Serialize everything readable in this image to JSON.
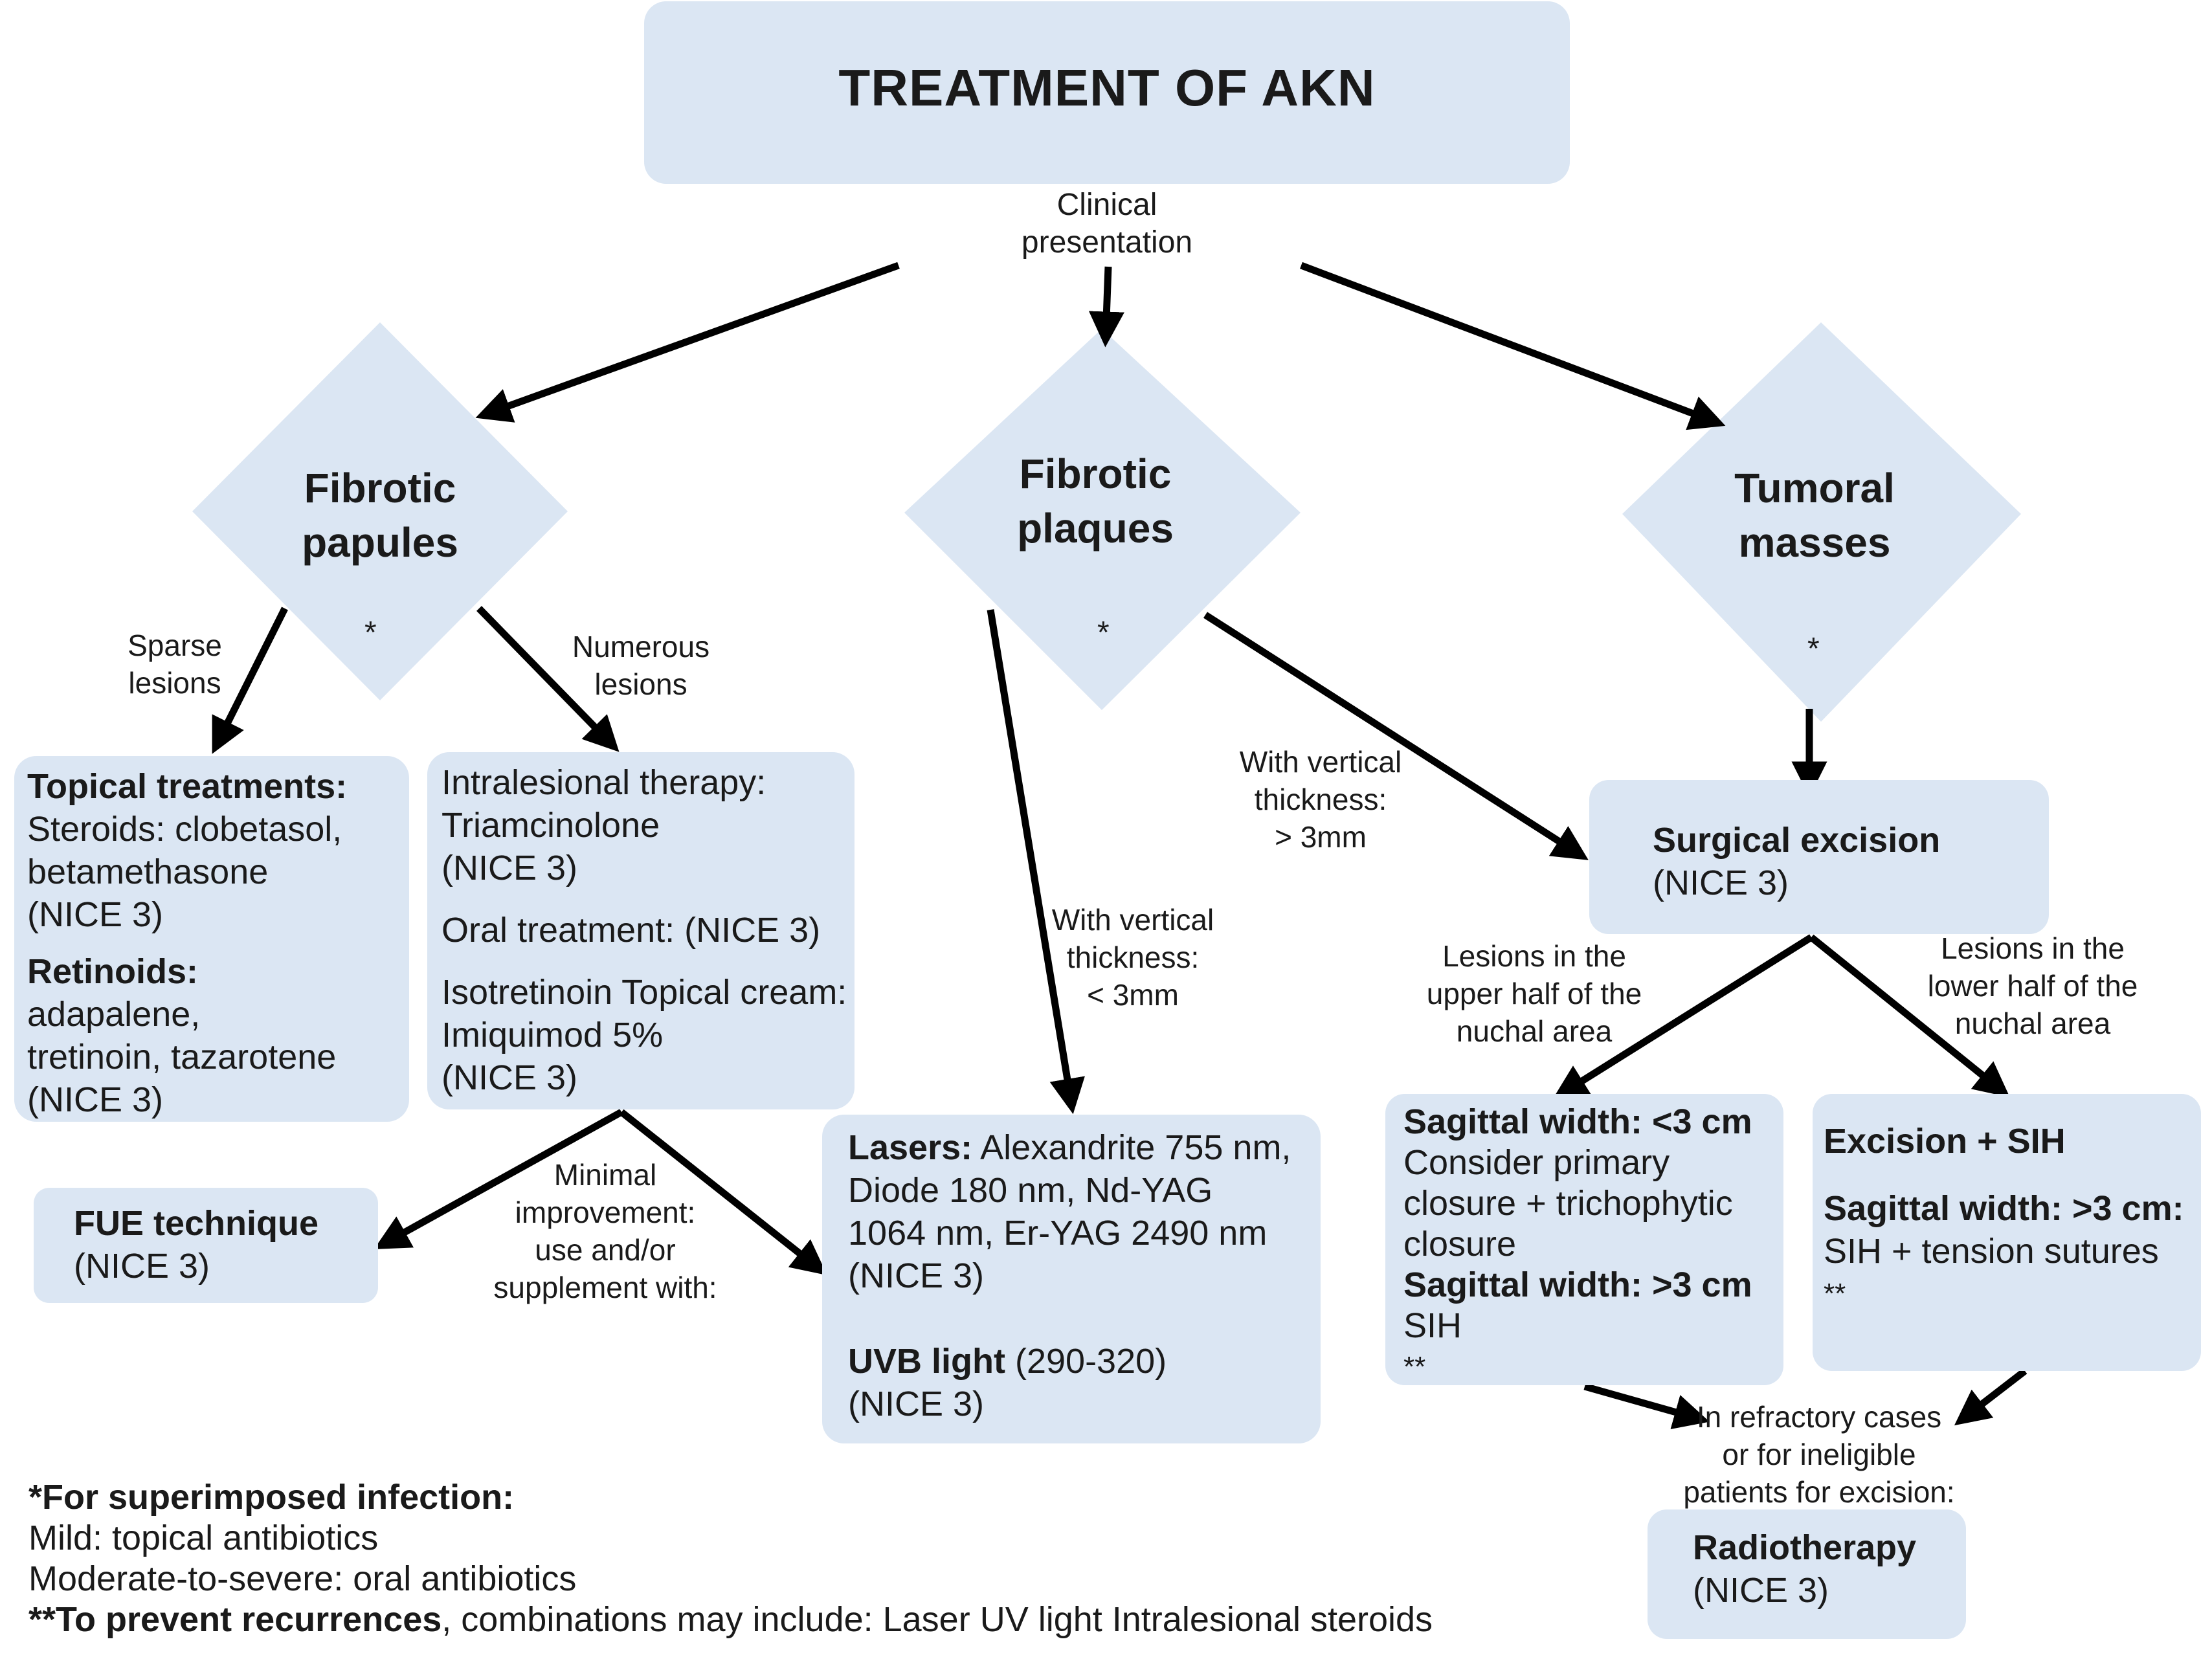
{
  "title": "TREATMENT OF AKN",
  "root_label": [
    "Clinical",
    "presentation"
  ],
  "diamonds": {
    "papules": [
      "Fibrotic",
      "papules"
    ],
    "plaques": [
      "Fibrotic",
      "plaques"
    ],
    "masses": [
      "Tumoral",
      "masses"
    ],
    "star": "*"
  },
  "edge_labels": {
    "sparse": [
      "Sparse",
      "lesions"
    ],
    "numerous": [
      "Numerous",
      "lesions"
    ],
    "thin": [
      "With vertical",
      "thickness:",
      "< 3mm"
    ],
    "thick": [
      "With vertical",
      "thickness:",
      "> 3mm"
    ],
    "upper": [
      "Lesions in the",
      "upper half of the",
      "nuchal area"
    ],
    "lower": [
      "Lesions in the",
      "lower half of the",
      "nuchal area"
    ],
    "minimal": [
      "Minimal",
      "improvement:",
      "use and/or",
      "supplement with:"
    ],
    "refractory": [
      "In refractory cases",
      "or for ineligible",
      "patients for excision:"
    ]
  },
  "boxes": {
    "topical": {
      "heading": "Topical treatments:",
      "lines1": [
        "Steroids: clobetasol,",
        "betamethasone",
        "(NICE 3)"
      ],
      "heading2": "Retinoids:",
      "lines2": [
        "adapalene,",
        "tretinoin, tazarotene",
        "(NICE 3)"
      ]
    },
    "intralesional": {
      "lines": [
        "Intralesional therapy:",
        "Triamcinolone",
        "(NICE 3)",
        "Oral treatment: (NICE 3)",
        "Isotretinoin Topical cream:",
        "Imiquimod 5%",
        "(NICE 3)"
      ]
    },
    "fue": {
      "title": "FUE technique",
      "nice": "(NICE 3)"
    },
    "lasers": {
      "bold": "Lasers:",
      "first_rest": " Alexandrite 755 nm,",
      "lines": [
        "Diode 180 nm, Nd-YAG",
        "1064 nm, Er-YAG 2490 nm",
        "(NICE 3)"
      ],
      "uvb_bold": "UVB light",
      "uvb_rest": " (290-320)",
      "uvb_nice": "(NICE 3)"
    },
    "surgical": {
      "title": "Surgical excision",
      "nice": "(NICE 3)"
    },
    "sagittal": {
      "h1": "Sagittal width: <3 cm",
      "l1": [
        "Consider primary",
        "closure + trichophytic",
        "closure"
      ],
      "h2": "Sagittal width: >3 cm",
      "l2": [
        "SIH",
        "**"
      ]
    },
    "excision": {
      "h1": "Excision + SIH",
      "h2": "Sagittal width: >3 cm:",
      "l2": [
        "SIH + tension sutures",
        "**"
      ]
    },
    "radio": {
      "title": "Radiotherapy",
      "nice": "(NICE 3)"
    }
  },
  "footnotes": {
    "f1_bold": "*For superimposed infection:",
    "f1_lines": [
      "Mild: topical antibiotics",
      "Moderate-to-severe: oral antibiotics"
    ],
    "f2_bold": "**To prevent recurrences",
    "f2_rest": ", combinations may include: Laser UV light Intralesional steroids"
  },
  "colors": {
    "box_fill": "#dbe6f3",
    "arrow": "#000000",
    "text": "#1a1a1a"
  }
}
